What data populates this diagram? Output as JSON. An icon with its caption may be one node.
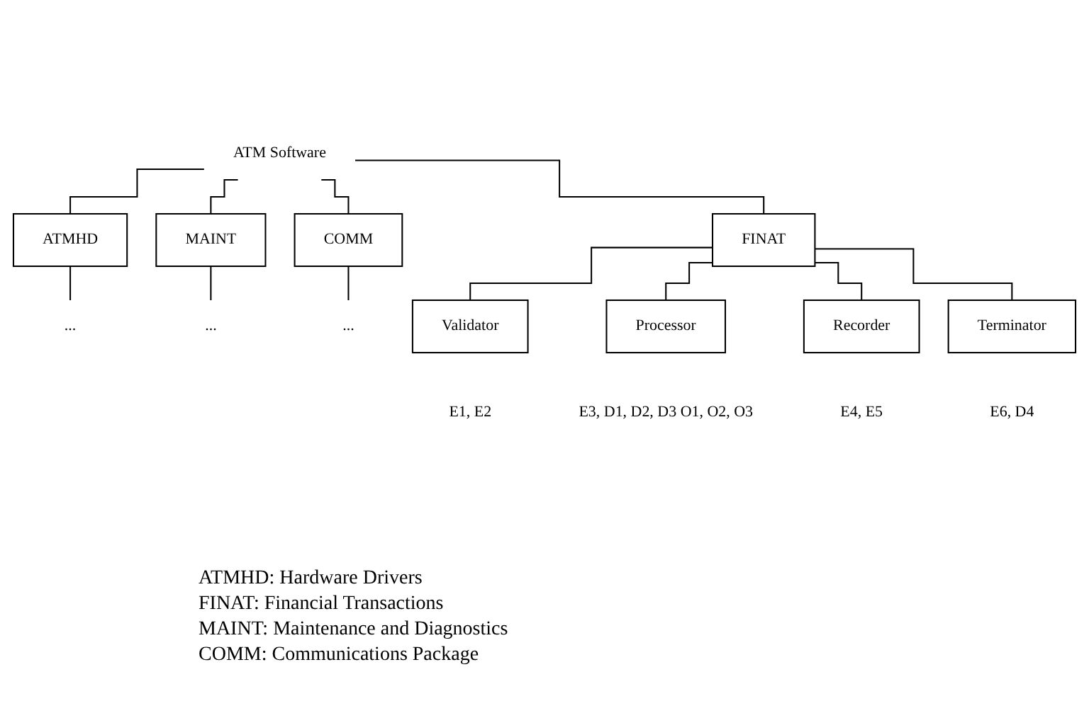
{
  "diagram": {
    "nodes": [
      {
        "text": [
          "ATM Software"
        ]
      },
      {
        "text": [
          "ATMHD"
        ]
      },
      {
        "text": [
          "FINAT"
        ]
      },
      {
        "text": [
          "MAINT"
        ]
      },
      {
        "text": [
          "COMM"
        ]
      },
      {
        "text": [
          "..."
        ]
      },
      {
        "text": [
          "..."
        ]
      },
      {
        "text": [
          "..."
        ]
      },
      {
        "text": [
          "Validator"
        ],
        "beside": [
          "E1, E2"
        ]
      },
      {
        "text": [
          "Processor"
        ],
        "beside": [
          "E3, D1, D2, D3 O1, O2, O3"
        ]
      },
      {
        "text": [
          "Recorder"
        ],
        "beside": [
          "E4, E5"
        ]
      },
      {
        "text": [
          "Terminator"
        ],
        "beside": [
          "E6, D4"
        ]
      }
    ],
    "edges": [
      {
        "from": 0,
        "to": 1,
        "arrow": "none"
      },
      {
        "from": 0,
        "to": 2,
        "arrow": "none"
      },
      {
        "from": 0,
        "to": 3,
        "arrow": "none"
      },
      {
        "from": 0,
        "to": 4,
        "arrow": "none"
      },
      {
        "from": 1,
        "to": 5,
        "arrow": "none"
      },
      {
        "from": 3,
        "to": 6,
        "arrow": "none"
      },
      {
        "from": 4,
        "to": 7,
        "arrow": "none"
      },
      {
        "from": 2,
        "to": 8,
        "arrow": "none"
      },
      {
        "from": 2,
        "to": 9,
        "arrow": "none"
      },
      {
        "from": 2,
        "to": 10,
        "arrow": "none"
      },
      {
        "from": 2,
        "to": 11,
        "arrow": "none"
      }
    ],
    "labels": [
      "ATMHD: Hardware Drivers",
      "FINAT: Financial Transactions",
      "MAINT: Maintenance and Diagnostics",
      "COMM: Communications Package"
    ]
  }
}
